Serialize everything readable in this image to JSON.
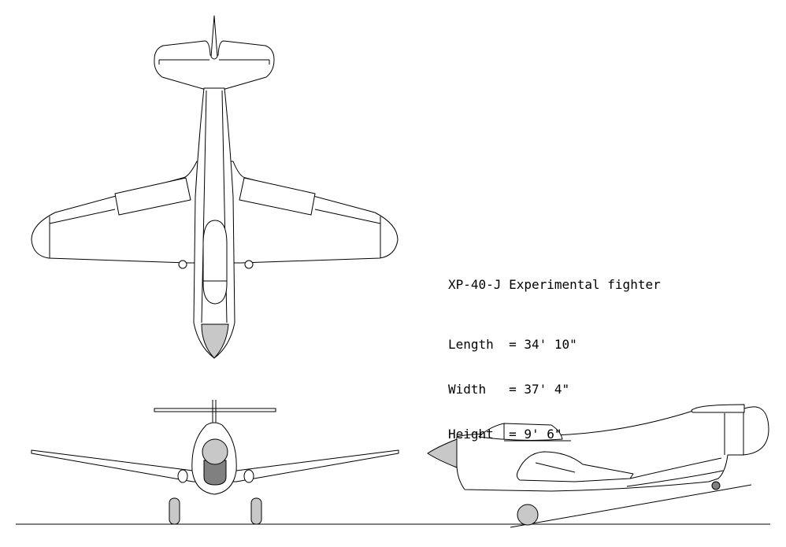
{
  "colors": {
    "line": "#000000",
    "fill": "#ffffff",
    "shade_light": "#c8c8c8",
    "shade_dark": "#808080"
  },
  "spec": {
    "title": "XP-40-J Experimental fighter",
    "rows": [
      {
        "label": "Length",
        "value": "34' 10\""
      },
      {
        "label": "Width",
        "value": "37' 4\""
      },
      {
        "label": "Height",
        "value": "9' 6\""
      }
    ]
  }
}
